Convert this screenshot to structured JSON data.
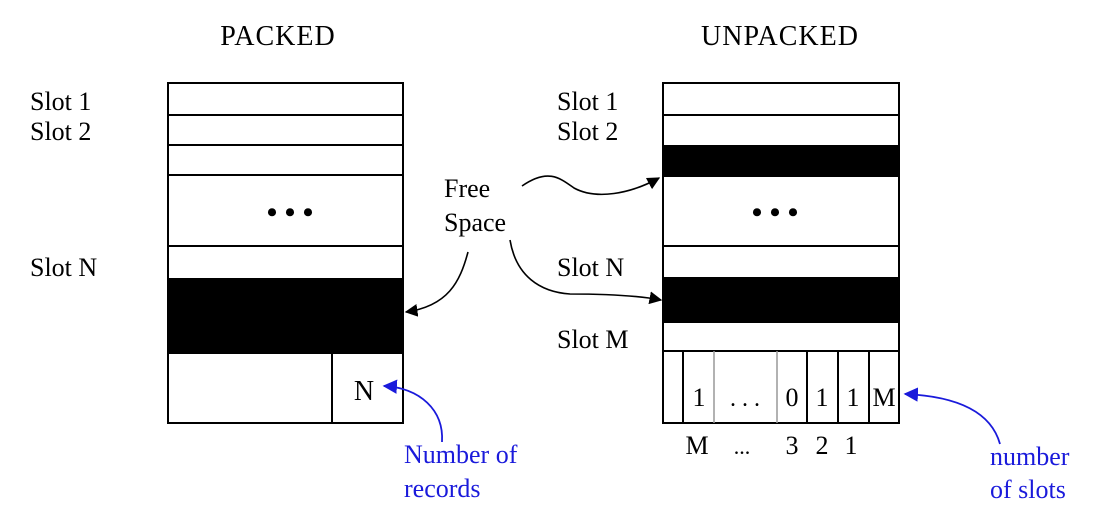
{
  "packed": {
    "title": "PACKED",
    "slot_labels": [
      "Slot 1",
      "Slot 2",
      "Slot N"
    ],
    "ellipsis": "• • •",
    "count_value": "N",
    "count_annotation": [
      "Number of",
      "records"
    ]
  },
  "unpacked": {
    "title": "UNPACKED",
    "slot_labels": [
      "Slot 1",
      "Slot 2",
      "Slot N",
      "Slot M"
    ],
    "ellipsis": "• • •",
    "bitmap": [
      "1",
      ". . .",
      "0",
      "1",
      "1"
    ],
    "count_value": "M",
    "bit_indices": [
      "M",
      "...",
      "3",
      "2",
      "1"
    ],
    "count_annotation": [
      "number",
      "of slots"
    ]
  },
  "free_space_label": [
    "Free",
    "Space"
  ],
  "colors": {
    "ink": "#000000",
    "annotation": "#1a1adb",
    "bitmap_divider": "#999999"
  }
}
